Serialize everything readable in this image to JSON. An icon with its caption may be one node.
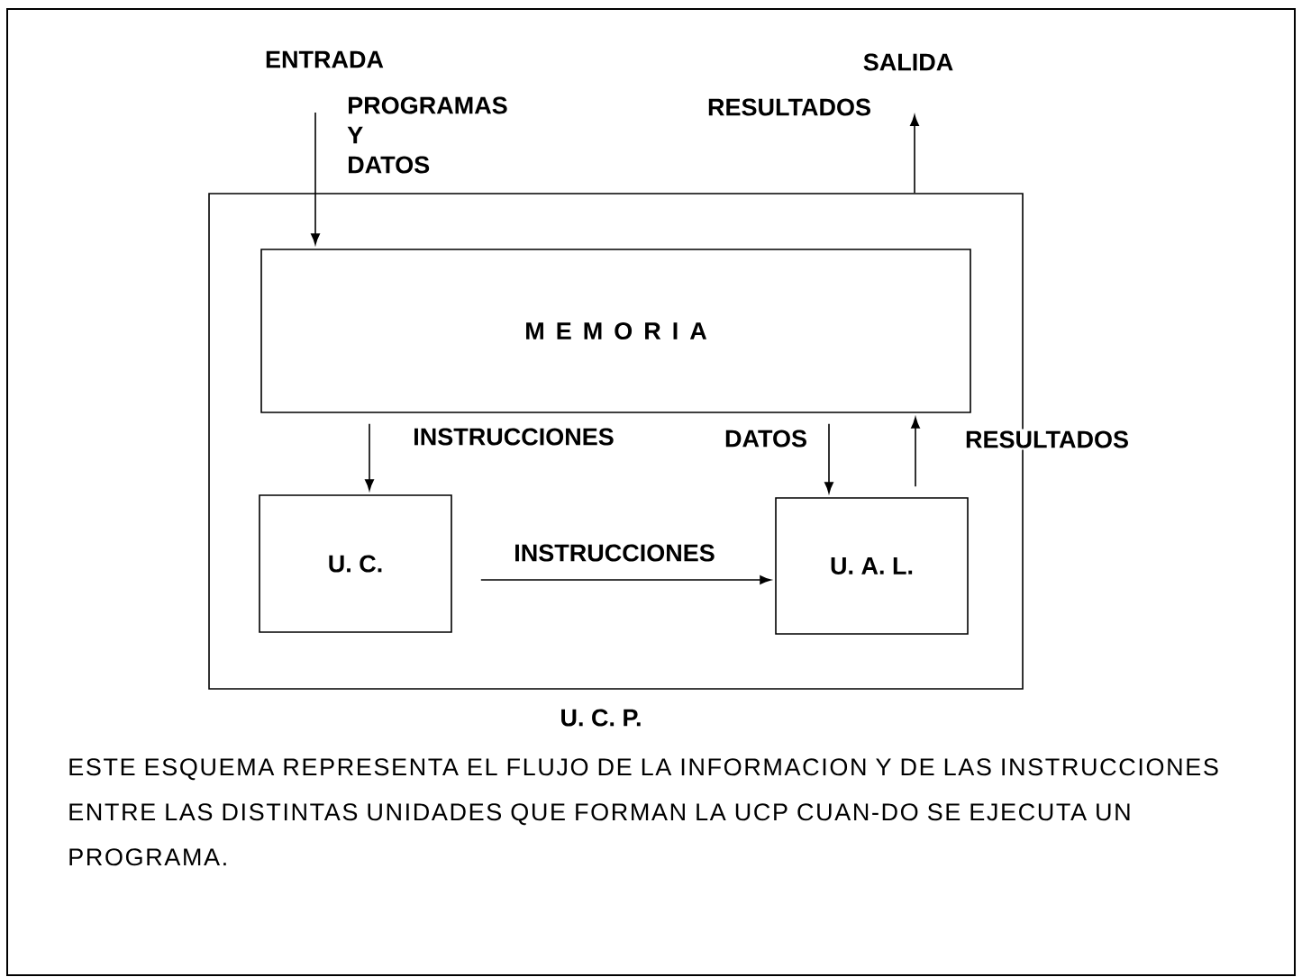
{
  "diagram": {
    "caption": "ESTE ESQUEMA REPRESENTA EL FLUJO DE LA INFORMACION Y DE LAS INSTRUCCIONES ENTRE LAS DISTINTAS UNIDADES QUE FORMAN LA UCP CUAN-DO SE EJECUTA UN PROGRAMA.",
    "nodes": [
      {
        "text": [
          "U. C. P."
        ]
      },
      {
        "text": [
          "M E M O R I A"
        ],
        "in": 0
      },
      {
        "text": [
          "U. C."
        ],
        "in": 0
      },
      {
        "text": [
          "U. A. L."
        ],
        "in": 0
      }
    ],
    "edges": [
      {
        "from": null,
        "to": 1,
        "arrow": "to",
        "label": "PROGRAMAS Y DATOS"
      },
      {
        "from": 0,
        "to": null,
        "arrow": "to",
        "label": "RESULTADOS"
      },
      {
        "from": 1,
        "to": 2,
        "arrow": "to",
        "label": "INSTRUCCIONES"
      },
      {
        "from": 1,
        "to": 3,
        "arrow": "to",
        "label": "DATOS"
      },
      {
        "from": 3,
        "to": 1,
        "arrow": "to",
        "label": "RESULTADOS"
      },
      {
        "from": 2,
        "to": 3,
        "arrow": "to",
        "label": "INSTRUCCIONES"
      }
    ],
    "labels": [
      "ENTRADA",
      "SALIDA"
    ]
  }
}
